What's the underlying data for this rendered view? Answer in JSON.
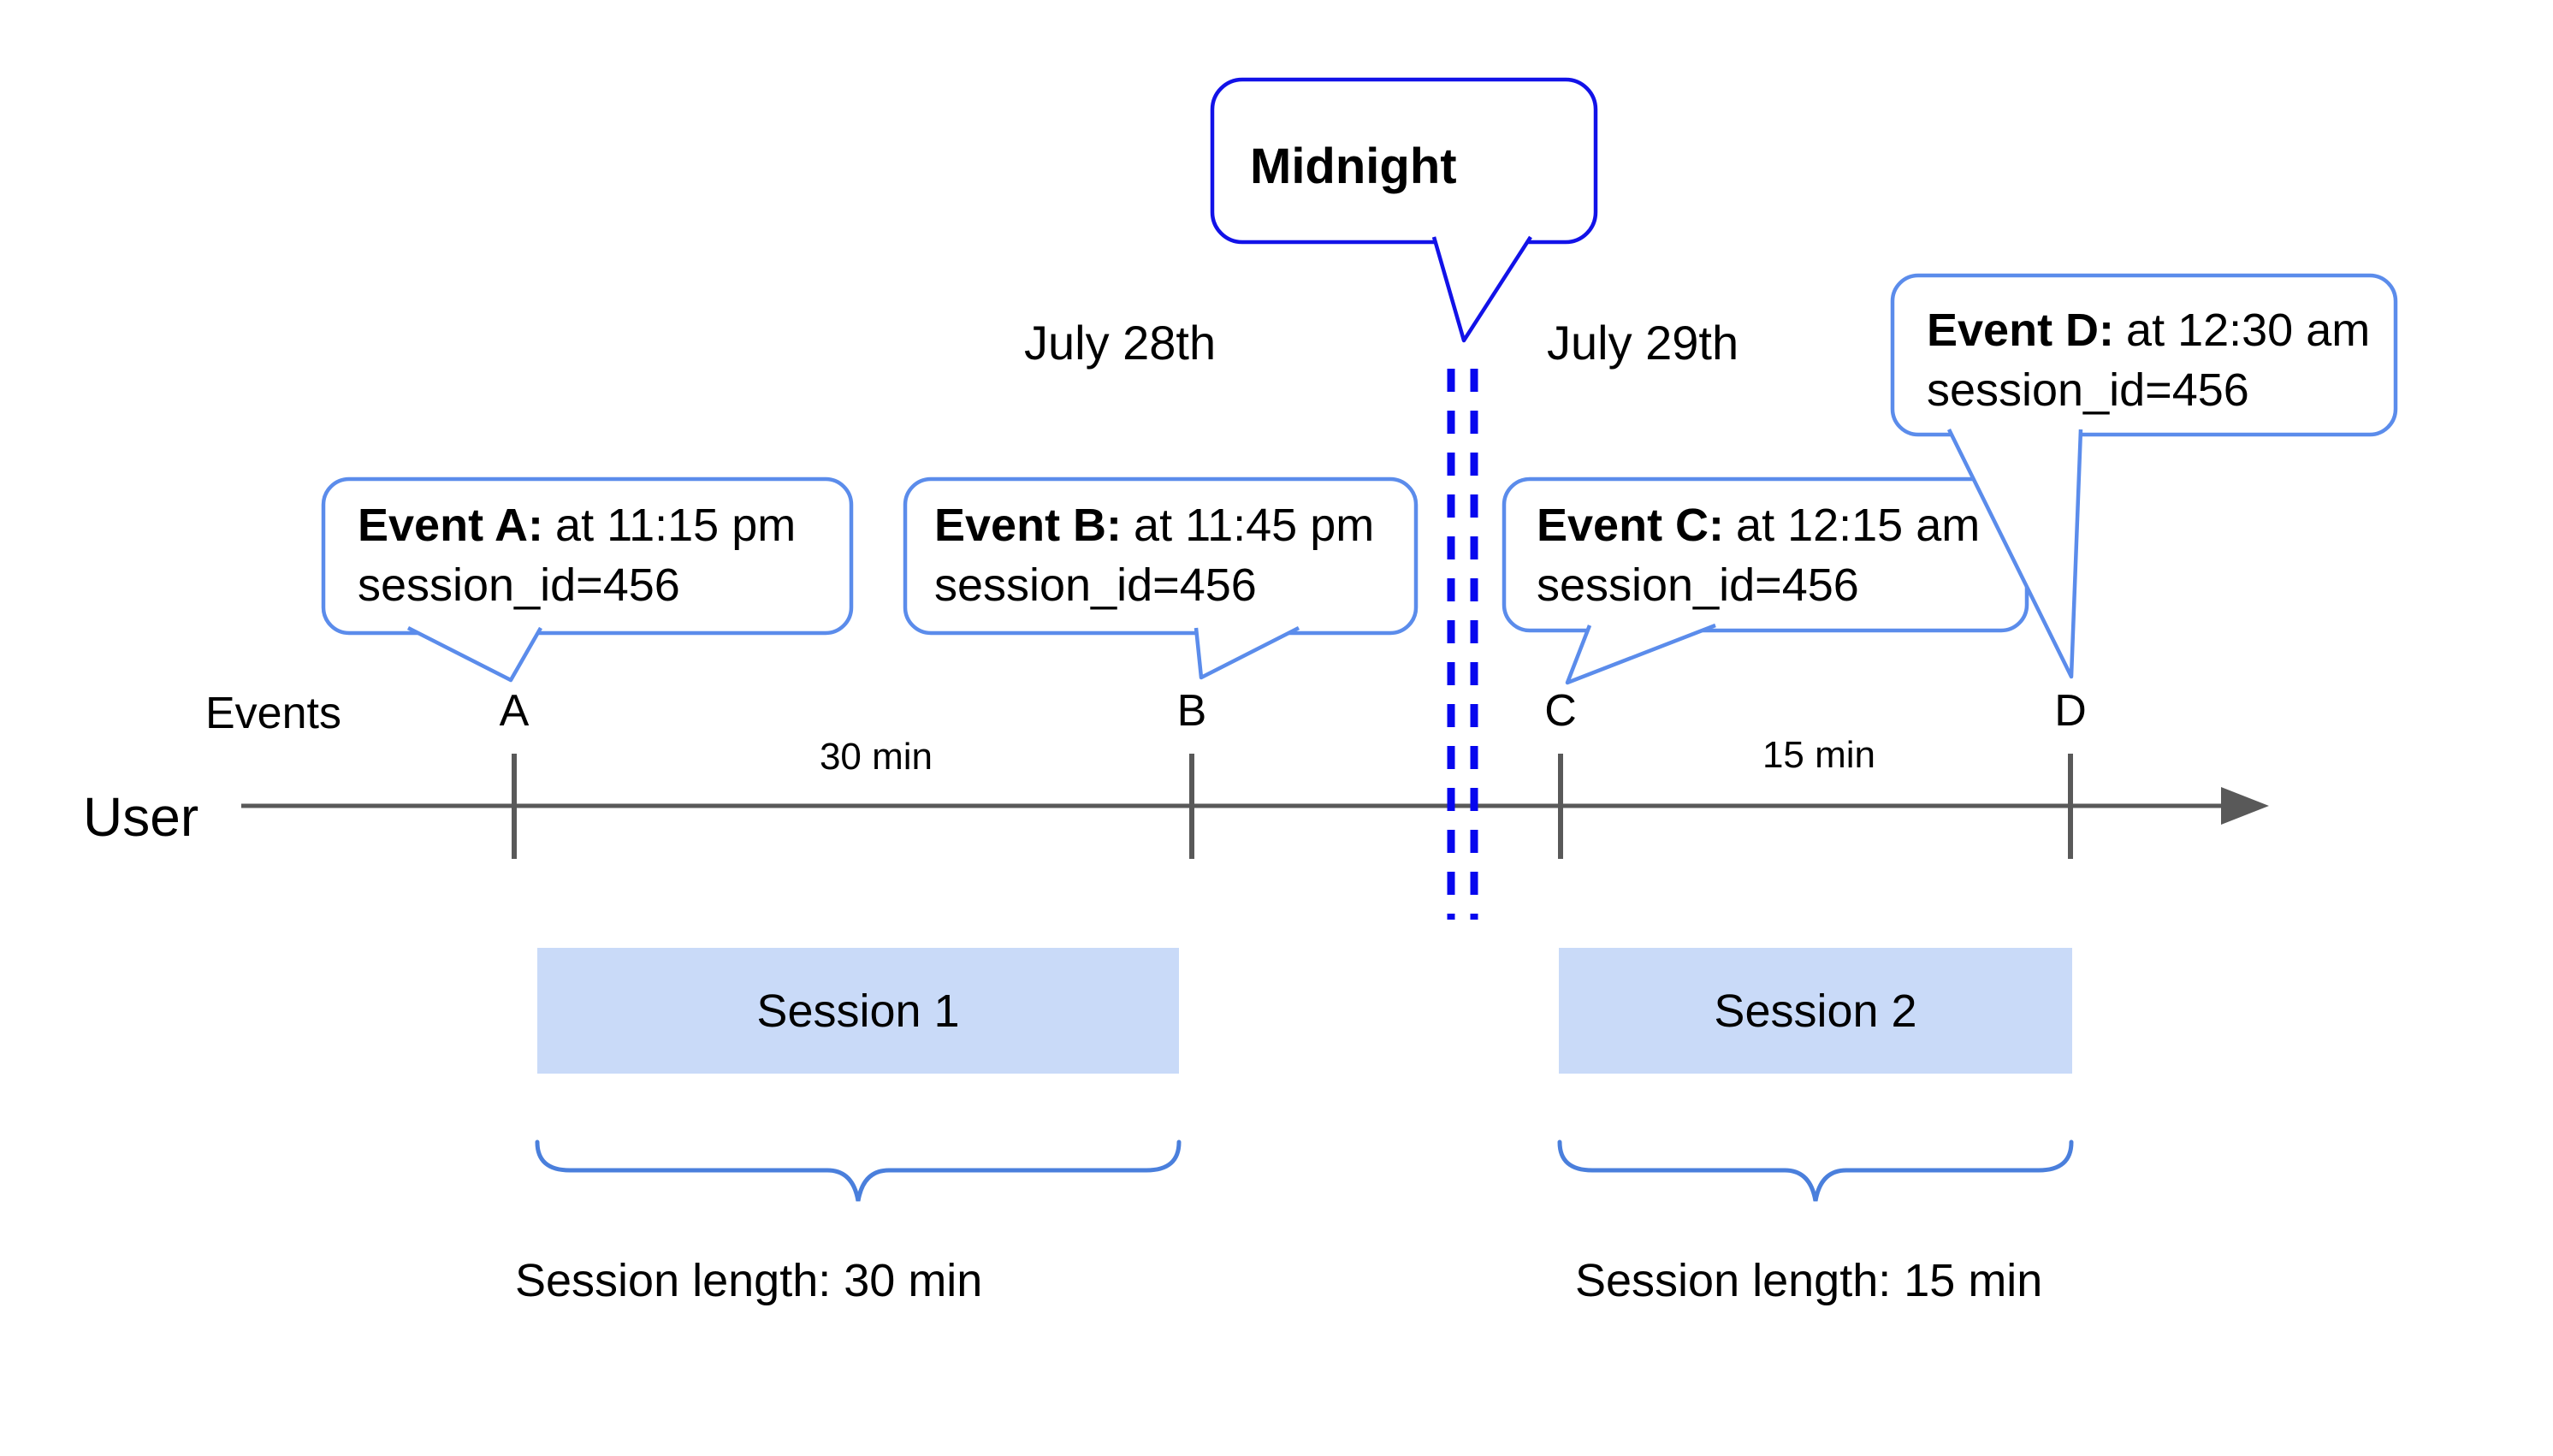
{
  "diagram": {
    "dates": {
      "left": "July 28th",
      "right": "July 29th"
    },
    "midnight_label": "Midnight",
    "axis": {
      "events_label": "Events",
      "user_label": "User",
      "ticks": [
        "A",
        "B",
        "C",
        "D"
      ],
      "intervals": [
        {
          "label": "30 min"
        },
        {
          "label": "15 min"
        }
      ]
    },
    "event_bubbles": [
      {
        "name": "Event A:",
        "time": "at 11:15 pm",
        "session": "session_id=456"
      },
      {
        "name": "Event B:",
        "time": "at 11:45 pm",
        "session": "session_id=456"
      },
      {
        "name": "Event C:",
        "time": "at 12:15 am",
        "session": "session_id=456"
      },
      {
        "name": "Event D:",
        "time": "at 12:30 am",
        "session": "session_id=456"
      }
    ],
    "sessions": [
      {
        "label": "Session 1",
        "length": "Session length: 30 min"
      },
      {
        "label": "Session 2",
        "length": "Session length: 15 min"
      }
    ],
    "colors": {
      "midnight_border": "#1212e8",
      "bubble_border": "#5b8ceb",
      "brace": "#4a7fdc",
      "session_fill": "#c9daf8",
      "axis_line": "#595959",
      "dashed_line": "#0707ee",
      "text": "#000000"
    }
  }
}
